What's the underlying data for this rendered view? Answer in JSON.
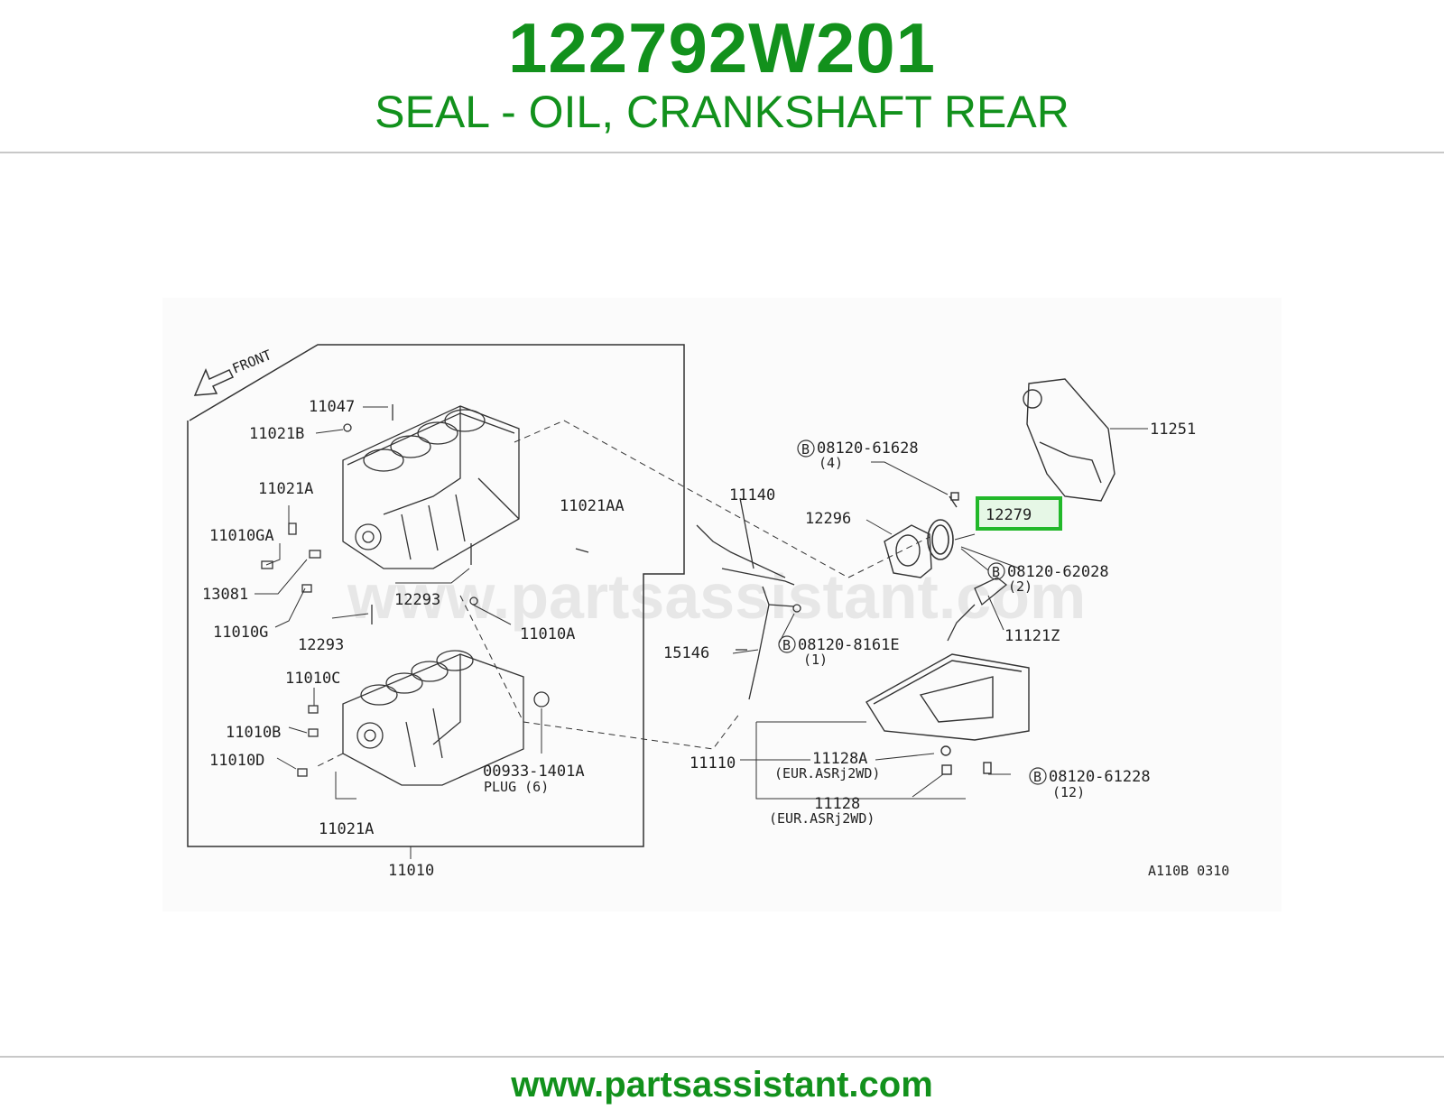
{
  "header": {
    "part_number": "122792W201",
    "part_description": "SEAL - OIL, CRANKSHAFT REAR"
  },
  "diagram": {
    "watermark": "www.partsassistant.com",
    "front_label": "FRONT",
    "diagram_code": "A110B 0310",
    "highlighted_part": "12279",
    "labels": {
      "l11047": "11047",
      "l11021B": "11021B",
      "l11021A_top": "11021A",
      "l11010GA": "11010GA",
      "l13081": "13081",
      "l11010G": "11010G",
      "l12293_a": "12293",
      "l12293_b": "12293",
      "l11021AA": "11021AA",
      "l11010A": "11010A",
      "l11010C": "11010C",
      "l11010B": "11010B",
      "l11010D": "11010D",
      "l00933": "00933-1401A",
      "plug": "PLUG (6)",
      "l11021A_bottom": "11021A",
      "l11010": "11010",
      "l11140": "11140",
      "l15146": "15146",
      "l08120_8161E": "08120-8161E",
      "l08120_8161E_qty": "(1)",
      "l08120_61628": "08120-61628",
      "l08120_61628_qty": "(4)",
      "l12296": "12296",
      "l11251": "11251",
      "l08120_62028": "08120-62028",
      "l08120_62028_qty": "(2)",
      "l11121Z": "11121Z",
      "l11110": "11110",
      "l11128A": "11128A",
      "l11128A_note": "(EUR.ASRj2WD)",
      "l11128": "11128",
      "l11128_note": "(EUR.ASRj2WD)",
      "l08120_61228": "08120-61228",
      "l08120_61228_qty": "(12)",
      "b": "B"
    }
  },
  "footer": {
    "url": "www.partsassistant.com"
  },
  "colors": {
    "brand_green": "#12911c",
    "highlight_green": "#22b82a"
  }
}
